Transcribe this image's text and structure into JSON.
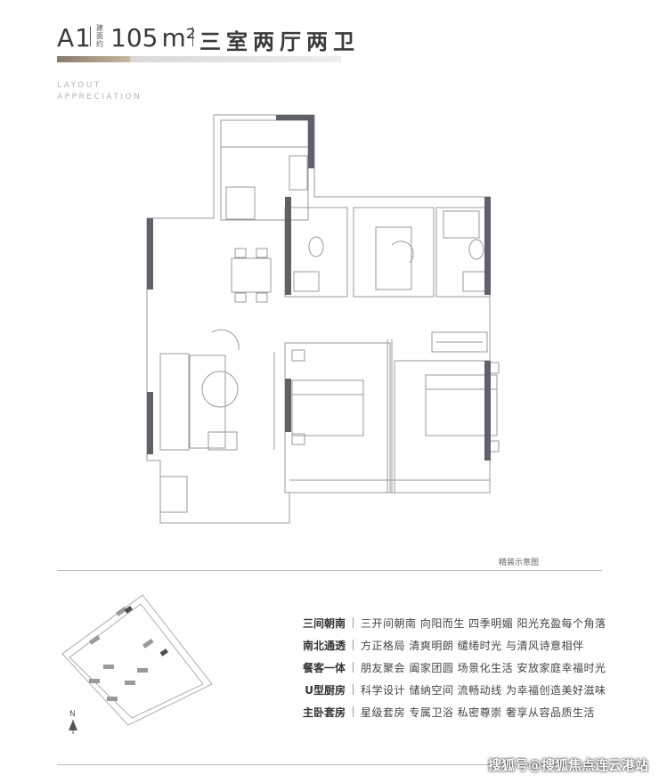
{
  "header": {
    "unit_code": "A1",
    "area_label": "建面约",
    "area_value": "105",
    "area_unit": "m²",
    "room_type": "三室两厅两卫",
    "subtitle_line1": "LAYOUT",
    "subtitle_line2": "APPRECIATION"
  },
  "floorplan": {
    "caption": "精装示意图"
  },
  "features": [
    {
      "title": "三间朝南",
      "desc": "三开间朝南  向阳而生  四季明媚  阳光充盈每个角落"
    },
    {
      "title": "南北通透",
      "desc": "方正格局  清爽明朗  缱绻时光  与清风诗意相伴"
    },
    {
      "title": "餐客一体",
      "desc": "朋友聚会  阖家团圆  场景化生活  安放家庭幸福时光"
    },
    {
      "title": "U型厨房",
      "desc": "科学设计  储纳空间  流畅动线  为幸福创造美好滋味"
    },
    {
      "title": "主卧套房",
      "desc": "星级套房  专属卫浴  私密尊崇  奢享从容品质生活"
    }
  ],
  "site_plan": {
    "north_label": "N"
  },
  "watermark": "搜狐号@搜狐焦点连云港站",
  "colors": {
    "wall_dark": "#5e6168",
    "line": "#9a9a9a",
    "accent_gold": "#b8a48e"
  }
}
